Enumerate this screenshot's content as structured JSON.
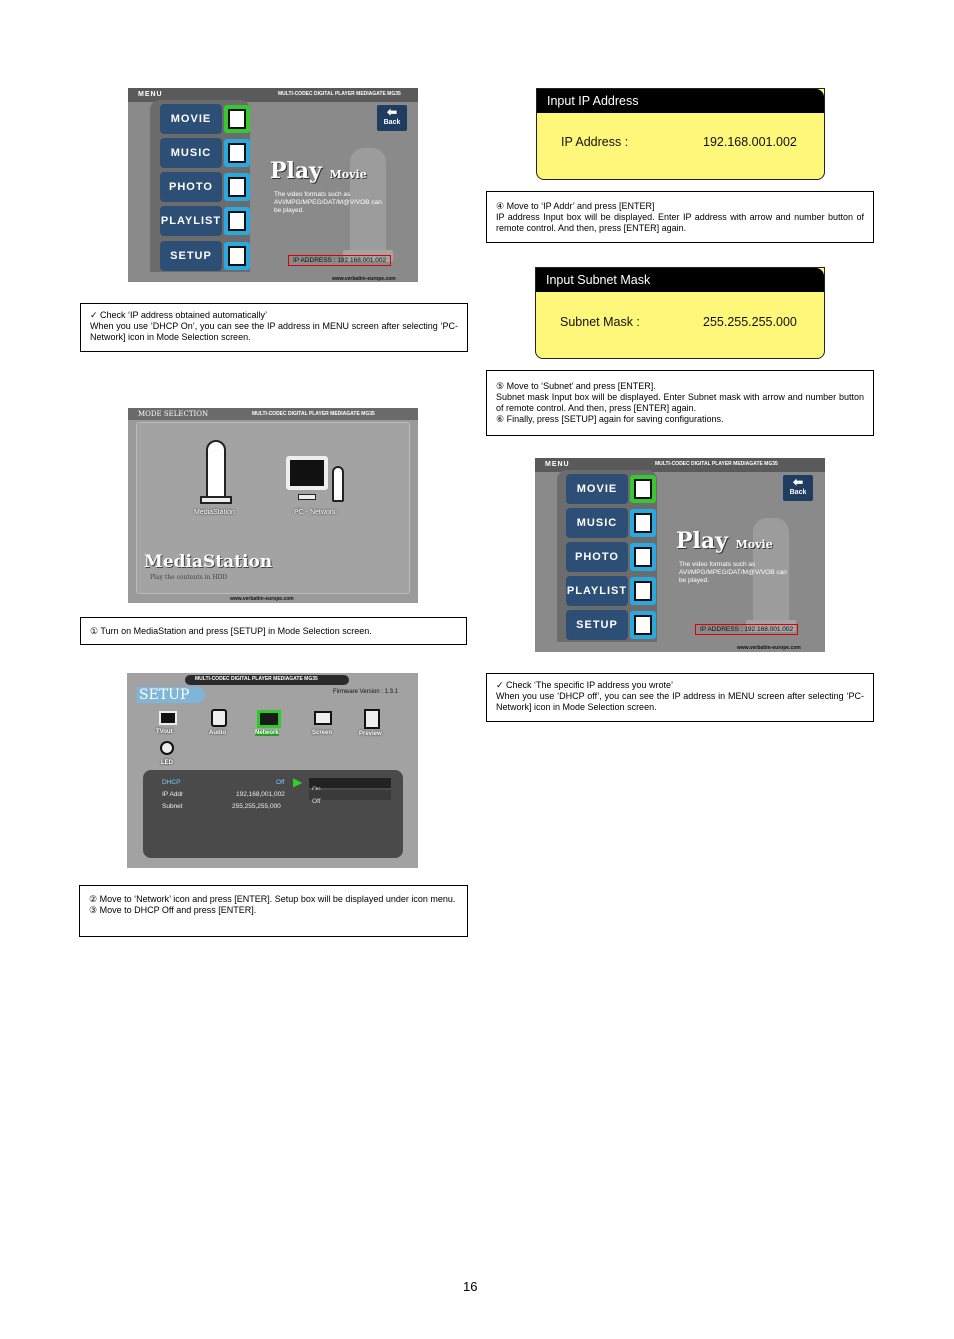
{
  "page_number": "16",
  "menu_screen": {
    "menu_label": "MENU",
    "header_title": "MULTI-CODEC DIGITAL PLAYER MEDIAGATE MG35",
    "buttons": [
      "MOVIE",
      "MUSIC",
      "PHOTO",
      "PLAYLIST",
      "SETUP"
    ],
    "back_label": "Back",
    "play_title": "Play",
    "play_subtitle": "Movie",
    "description": "The video formats such as AVI/MPG/MPEG/DAT/M@V/VOB can be played.",
    "ip_address": "IP ADDRESS : 192.168.001.002",
    "url": "www.verbatim-europe.com"
  },
  "caption_check_auto": {
    "line1": "✓ Check ‘IP address obtained automatically’",
    "line2": "When you use ‘DHCP On’, you can see the IP address in MENU screen after selecting ‘PC-Network] icon in Mode Selection screen."
  },
  "mode_screen": {
    "title": "MODE SELECTION",
    "header_title": "MULTI-CODEC DIGITAL PLAYER MEDIAGATE MG35",
    "option1": "MediaStation",
    "option2": "PC - Network",
    "big_title": "MediaStation",
    "subtitle": "Play the contents in HDD",
    "url": "www.verbatim-europe.com"
  },
  "caption_step1": "① Turn on MediaStation and press [SETUP] in Mode Selection screen.",
  "setup_screen": {
    "header_title": "MULTI-CODEC DIGITAL PLAYER MEDIAGATE MG35",
    "title": "SETUP",
    "firmware": "Firmware Version : 1.3.1",
    "icons": [
      "TVout",
      "Audio",
      "Network",
      "Screen",
      "Preview",
      "LED"
    ],
    "rows": [
      {
        "label": "DHCP",
        "value": "Off"
      },
      {
        "label": "IP Addr",
        "value": "192,168,001,002"
      },
      {
        "label": "Subnet",
        "value": "255,255,255,000"
      }
    ],
    "options": [
      "On",
      "Off"
    ]
  },
  "caption_step23": {
    "line1": "② Move to ‘Network’ icon and press [ENTER]. Setup box will be displayed under icon menu.",
    "line2": "③ Move to DHCP Off and press [ENTER]."
  },
  "ip_dialog": {
    "title": "Input IP Address",
    "label": "IP Address :",
    "value": "192.168.001.002"
  },
  "caption_step4": {
    "line1": "④ Move to ‘IP Addr’ and press [ENTER]",
    "line2": "IP address Input box will be displayed. Enter IP address with arrow and number button of remote control. And then, press [ENTER] again."
  },
  "subnet_dialog": {
    "title": "Input Subnet Mask",
    "label": "Subnet Mask :",
    "value": "255.255.255.000"
  },
  "caption_step56": {
    "line1": "⑤ Move to ‘Subnet’ and press [ENTER].",
    "line2": "Subnet mask Input box will be displayed. Enter Subnet mask with arrow and number button of remote control. And then, press [ENTER] again.",
    "line3": "⑥ Finally, press [SETUP] again for saving configurations."
  },
  "caption_check_specific": {
    "line1": "✓ Check ‘The specific IP address you wrote’",
    "line2": "When you use ‘DHCP off’, you can see the IP address in MENU screen after selecting ‘PC-Network] icon in Mode Selection screen."
  }
}
